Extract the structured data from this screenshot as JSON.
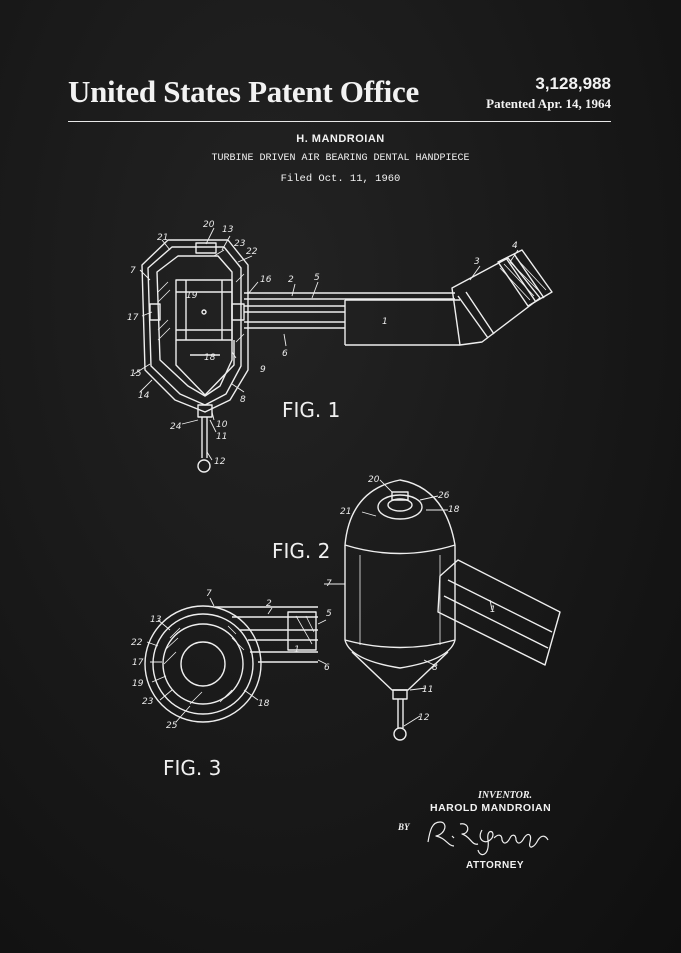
{
  "header": {
    "office": "United States Patent Office",
    "patent_number": "3,128,988",
    "patented_date": "Patented Apr. 14, 1964"
  },
  "patent": {
    "inventor_name_top": "H. MANDROIAN",
    "title": "TURBINE DRIVEN AIR BEARING DENTAL HANDPIECE",
    "filed": "Filed Oct. 11, 1960"
  },
  "figures": {
    "fig1": "FIG. 1",
    "fig2": "FIG. 2",
    "fig3": "FIG. 3"
  },
  "refs": {
    "r1": "1",
    "r2": "2",
    "r3": "3",
    "r4": "4",
    "r5": "5",
    "r6": "6",
    "r7": "7",
    "r8": "8",
    "r9": "9",
    "r10": "10",
    "r11": "11",
    "r12": "12",
    "r13": "13",
    "r14": "14",
    "r15": "15",
    "r16": "16",
    "r17": "17",
    "r18": "18",
    "r19": "19",
    "r20": "20",
    "r21": "21",
    "r22": "22",
    "r23": "23",
    "r24": "24",
    "r25": "25",
    "r26": "26"
  },
  "signature_block": {
    "inventor_label": "INVENTOR.",
    "inventor_name": "HAROLD MANDROIAN",
    "by": "BY",
    "signature": "R. E. Geauque",
    "attorney_label": "ATTORNEY"
  },
  "colors": {
    "background": "#141414",
    "ink": "#f2f2f2"
  }
}
